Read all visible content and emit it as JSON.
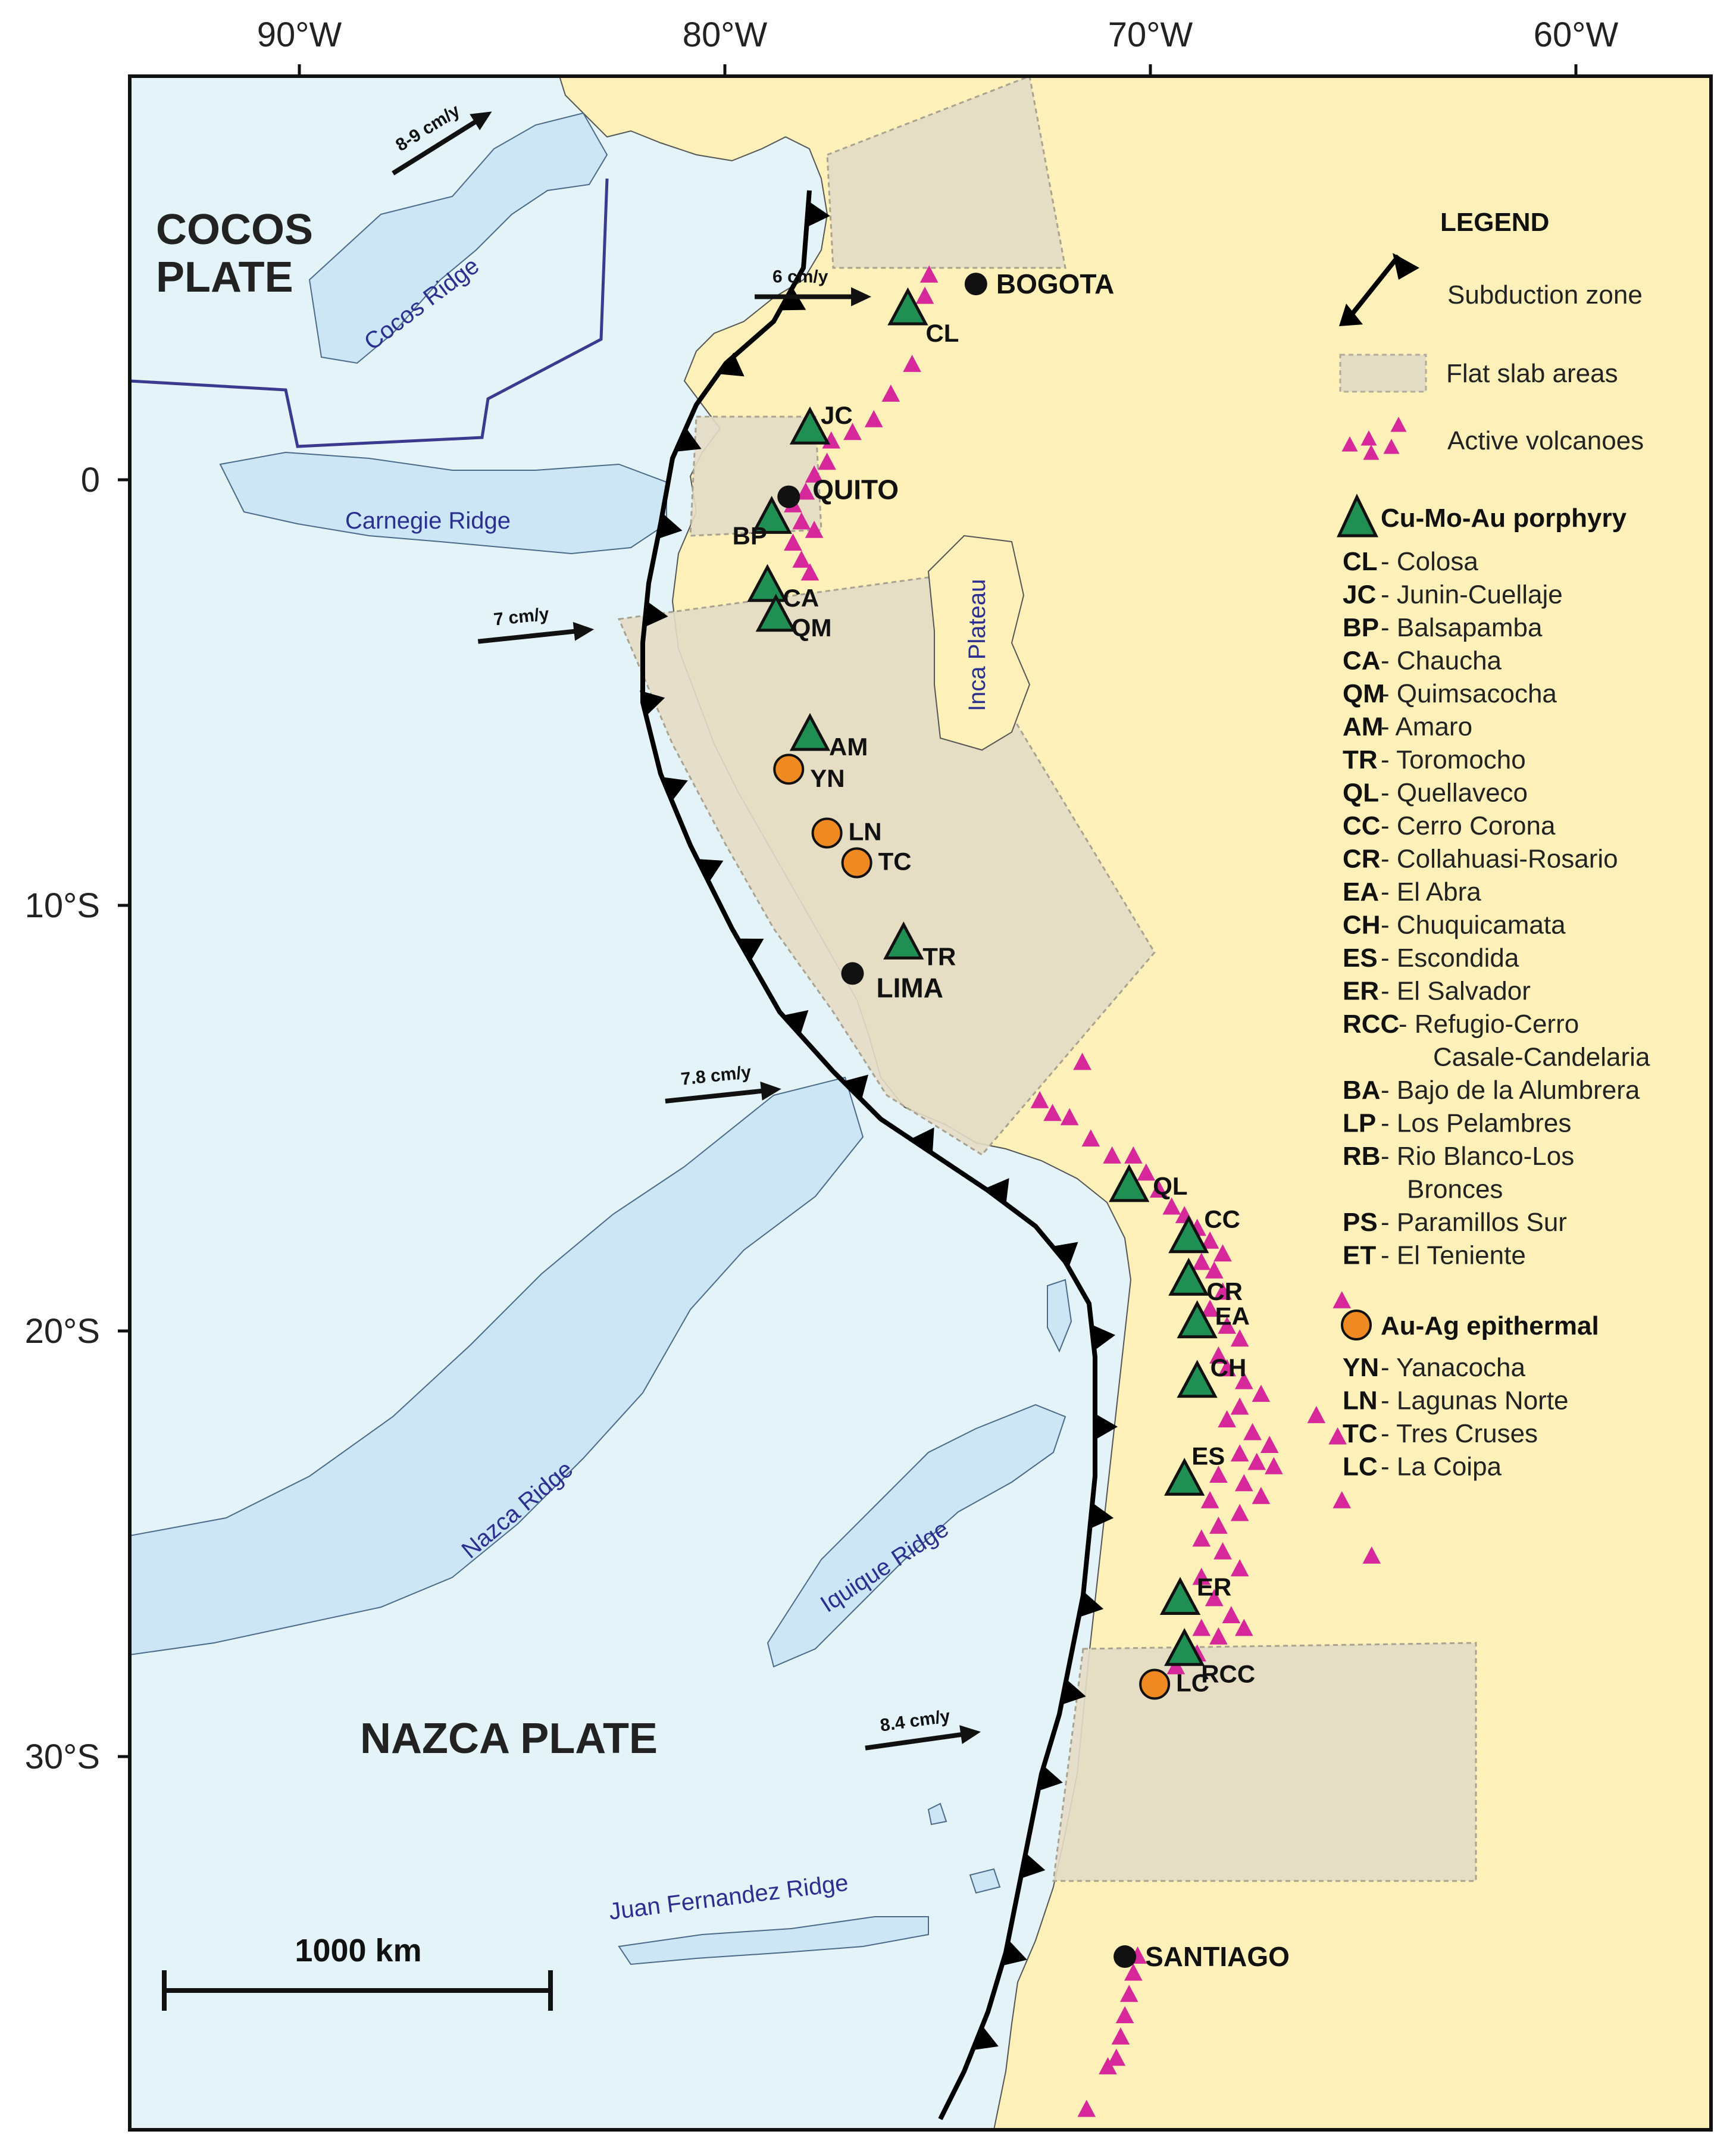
{
  "colors": {
    "ocean": "#e3f3f8",
    "land": "#fdf0b8",
    "ridge": "#cde6f6",
    "flat_slab": "#e3dcc5",
    "trench": "#000000",
    "volcano": "#d6289a",
    "porphyry": "#1f8f54",
    "epithermal": "#ef8a22",
    "plate_boundary": "#3b3a8f"
  },
  "axes": {
    "lon_ticks": [
      {
        "lon": -90,
        "label": "90°W"
      },
      {
        "lon": -80,
        "label": "80°W"
      },
      {
        "lon": -70,
        "label": "70°W"
      },
      {
        "lon": -60,
        "label": "60°W"
      }
    ],
    "lat_ticks": [
      {
        "lat": 0,
        "label": "0"
      },
      {
        "lat": -10,
        "label": "10°S"
      },
      {
        "lat": -20,
        "label": "20°S"
      },
      {
        "lat": -30,
        "label": "30°S"
      }
    ]
  },
  "plates": {
    "cocos_line1": "COCOS",
    "cocos_line2": "PLATE",
    "nazca": "NAZCA PLATE"
  },
  "ridges": {
    "cocos": "Cocos Ridge",
    "carnegie": "Carnegie Ridge",
    "nazca": "Nazca Ridge",
    "iquique": "Iquique Ridge",
    "juan_fernandez": "Juan Fernandez Ridge",
    "inca_plateau": "Inca Plateau"
  },
  "plate_motion": [
    {
      "label": "8-9 cm/y",
      "lon": -87.8,
      "lat": 7.2,
      "angle": -32
    },
    {
      "label": "6 cm/y",
      "lon": -79.3,
      "lat": 4.3,
      "angle": 0
    },
    {
      "label": "7 cm/y",
      "lon": -85.8,
      "lat": -3.8,
      "angle": -6
    },
    {
      "label": "7.8 cm/y",
      "lon": -81.4,
      "lat": -14.6,
      "angle": -6
    },
    {
      "label": "8.4 cm/y",
      "lon": -76.7,
      "lat": -29.8,
      "angle": -8
    }
  ],
  "cities": [
    {
      "name": "BOGOTA",
      "lon": -74.1,
      "lat": 4.6
    },
    {
      "name": "QUITO",
      "lon": -78.5,
      "lat": -0.4
    },
    {
      "name": "LIMA",
      "lon": -77.0,
      "lat": -11.6
    },
    {
      "name": "SANTIAGO",
      "lon": -70.6,
      "lat": -34.7
    }
  ],
  "porphyry_deposits": [
    {
      "code": "CL",
      "lon": -75.7,
      "lat": 4.0
    },
    {
      "code": "JC",
      "lon": -78.0,
      "lat": 1.2
    },
    {
      "code": "BP",
      "lon": -78.9,
      "lat": -0.9
    },
    {
      "code": "CA",
      "lon": -79.0,
      "lat": -2.5
    },
    {
      "code": "QM",
      "lon": -78.8,
      "lat": -3.2
    },
    {
      "code": "AM",
      "lon": -78.0,
      "lat": -6.0
    },
    {
      "code": "TR",
      "lon": -75.8,
      "lat": -10.9
    },
    {
      "code": "QL",
      "lon": -70.5,
      "lat": -16.6
    },
    {
      "code": "CC",
      "lon": -69.1,
      "lat": -17.8
    },
    {
      "code": "CR",
      "lon": -69.1,
      "lat": -18.8
    },
    {
      "code": "EA",
      "lon": -68.9,
      "lat": -19.8
    },
    {
      "code": "CH",
      "lon": -68.9,
      "lat": -21.2
    },
    {
      "code": "ES",
      "lon": -69.2,
      "lat": -23.5
    },
    {
      "code": "ER",
      "lon": -69.3,
      "lat": -26.3
    },
    {
      "code": "RCC",
      "lon": -69.2,
      "lat": -27.5
    }
  ],
  "epithermal_deposits": [
    {
      "code": "YN",
      "lon": -78.5,
      "lat": -6.8
    },
    {
      "code": "LN",
      "lon": -77.6,
      "lat": -8.3
    },
    {
      "code": "TC",
      "lon": -76.9,
      "lat": -9.0
    },
    {
      "code": "LC",
      "lon": -69.9,
      "lat": -28.3
    }
  ],
  "volcanoes": [
    [
      -75.2,
      4.8
    ],
    [
      -75.3,
      4.3
    ],
    [
      -75.6,
      2.7
    ],
    [
      -76.1,
      2.0
    ],
    [
      -76.5,
      1.4
    ],
    [
      -77.0,
      1.1
    ],
    [
      -77.5,
      0.9
    ],
    [
      -77.6,
      0.4
    ],
    [
      -77.9,
      0.1
    ],
    [
      -78.1,
      -0.3
    ],
    [
      -78.4,
      -0.6
    ],
    [
      -78.2,
      -1.0
    ],
    [
      -77.9,
      -1.2
    ],
    [
      -78.4,
      -1.5
    ],
    [
      -78.2,
      -1.9
    ],
    [
      -78.0,
      -2.2
    ],
    [
      -71.6,
      -13.7
    ],
    [
      -72.6,
      -14.6
    ],
    [
      -72.3,
      -14.9
    ],
    [
      -71.9,
      -15.0
    ],
    [
      -71.4,
      -15.5
    ],
    [
      -70.9,
      -15.9
    ],
    [
      -70.4,
      -15.9
    ],
    [
      -70.1,
      -16.3
    ],
    [
      -69.8,
      -16.7
    ],
    [
      -69.5,
      -17.1
    ],
    [
      -69.2,
      -17.3
    ],
    [
      -68.9,
      -17.6
    ],
    [
      -68.6,
      -17.9
    ],
    [
      -68.3,
      -18.2
    ],
    [
      -68.8,
      -18.4
    ],
    [
      -68.5,
      -18.6
    ],
    [
      -68.3,
      -19.1
    ],
    [
      -68.6,
      -19.5
    ],
    [
      -68.2,
      -19.9
    ],
    [
      -67.9,
      -20.2
    ],
    [
      -68.4,
      -20.6
    ],
    [
      -68.2,
      -20.9
    ],
    [
      -67.8,
      -21.2
    ],
    [
      -67.4,
      -21.5
    ],
    [
      -67.9,
      -21.8
    ],
    [
      -68.2,
      -22.1
    ],
    [
      -67.6,
      -22.4
    ],
    [
      -67.2,
      -22.7
    ],
    [
      -67.9,
      -22.9
    ],
    [
      -67.5,
      -23.1
    ],
    [
      -67.1,
      -23.2
    ],
    [
      -68.4,
      -23.4
    ],
    [
      -67.8,
      -23.6
    ],
    [
      -67.4,
      -23.9
    ],
    [
      -68.6,
      -24.0
    ],
    [
      -67.9,
      -24.3
    ],
    [
      -68.4,
      -24.6
    ],
    [
      -68.8,
      -24.9
    ],
    [
      -68.3,
      -25.2
    ],
    [
      -67.9,
      -25.6
    ],
    [
      -68.8,
      -25.8
    ],
    [
      -68.5,
      -26.3
    ],
    [
      -68.1,
      -26.7
    ],
    [
      -68.8,
      -27.0
    ],
    [
      -68.4,
      -27.2
    ],
    [
      -67.8,
      -27.0
    ],
    [
      -68.9,
      -27.6
    ],
    [
      -69.4,
      -27.9
    ],
    [
      -65.5,
      -19.3
    ],
    [
      -66.1,
      -22.0
    ],
    [
      -65.6,
      -22.5
    ],
    [
      -65.5,
      -24.0
    ],
    [
      -64.8,
      -25.3
    ],
    [
      -70.3,
      -34.7
    ],
    [
      -70.4,
      -35.1
    ],
    [
      -70.5,
      -35.6
    ],
    [
      -70.6,
      -36.1
    ],
    [
      -70.7,
      -36.6
    ],
    [
      -70.8,
      -37.1
    ],
    [
      -71.0,
      -37.3
    ],
    [
      -71.5,
      -38.3
    ]
  ],
  "legend": {
    "title": "LEGEND",
    "subduction": "Subduction zone",
    "flat_slab": "Flat slab areas",
    "volcanoes": "Active volcanoes",
    "porphyry_title": "Cu-Mo-Au porphyry",
    "porphyry_items": [
      {
        "code": "CL",
        "name": "- Colosa"
      },
      {
        "code": "JC",
        "name": "- Junin-Cuellaje"
      },
      {
        "code": "BP",
        "name": "- Balsapamba"
      },
      {
        "code": "CA",
        "name": "- Chaucha"
      },
      {
        "code": "QM",
        "name": "- Quimsacocha"
      },
      {
        "code": "AM",
        "name": "- Amaro"
      },
      {
        "code": "TR",
        "name": "- Toromocho"
      },
      {
        "code": "QL",
        "name": "- Quellaveco"
      },
      {
        "code": "CC",
        "name": "- Cerro Corona"
      },
      {
        "code": "CR",
        "name": "- Collahuasi-Rosario"
      },
      {
        "code": "EA",
        "name": "- El Abra"
      },
      {
        "code": "CH",
        "name": "- Chuquicamata"
      },
      {
        "code": "ES",
        "name": "- Escondida"
      },
      {
        "code": "ER",
        "name": "- El Salvador"
      },
      {
        "code": "RCC",
        "name": "- Refugio-Cerro",
        "cont": "Casale-Candelaria"
      },
      {
        "code": "BA",
        "name": "- Bajo de la Alumbrera"
      },
      {
        "code": "LP",
        "name": "- Los Pelambres"
      },
      {
        "code": "RB",
        "name": "- Rio Blanco-Los",
        "cont": "Bronces"
      },
      {
        "code": "PS",
        "name": "- Paramillos Sur"
      },
      {
        "code": "ET",
        "name": "- El Teniente"
      }
    ],
    "epithermal_title": "Au-Ag epithermal",
    "epithermal_items": [
      {
        "code": "YN",
        "name": "- Yanacocha"
      },
      {
        "code": "LN",
        "name": "- Lagunas Norte"
      },
      {
        "code": "TC",
        "name": "- Tres Cruses"
      },
      {
        "code": "LC",
        "name": "- La Coipa"
      }
    ]
  },
  "scale": {
    "label": "1000 km",
    "km": 1000
  }
}
